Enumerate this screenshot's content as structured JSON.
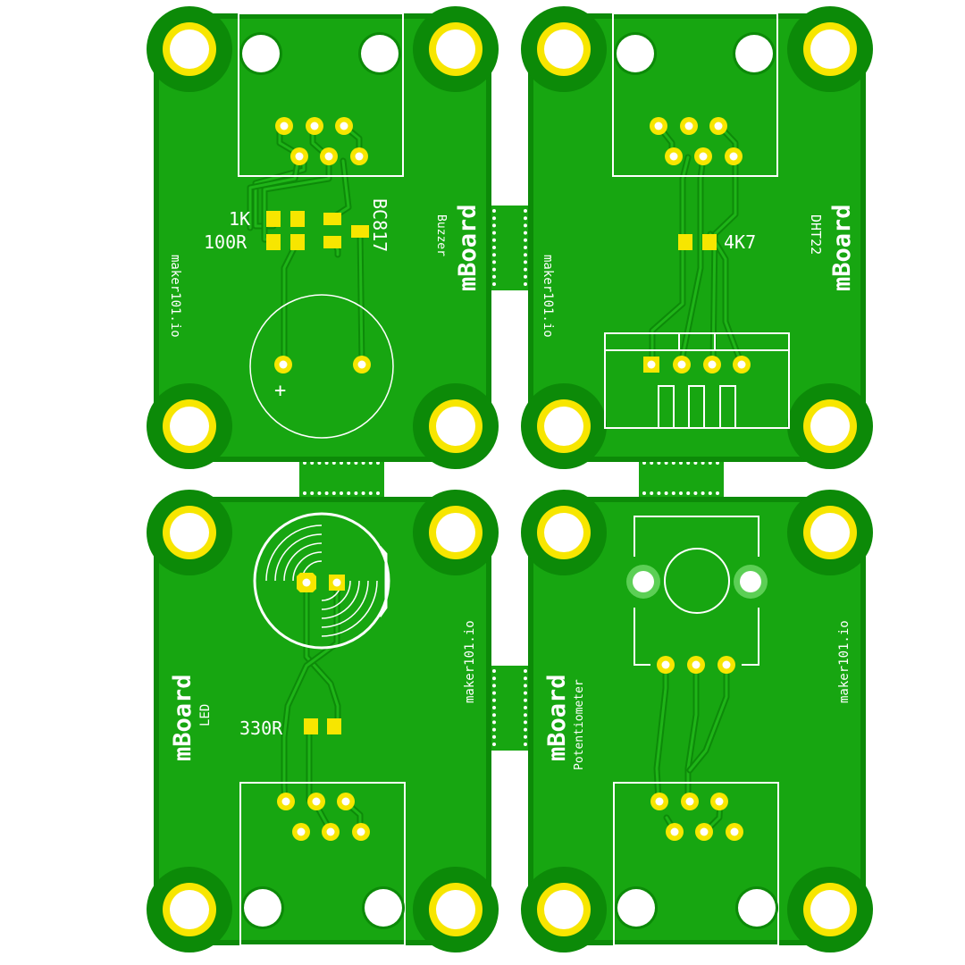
{
  "colors": {
    "board": "#17a611",
    "board_edge": "#0c8a08",
    "copper": "#f5d31a",
    "pad": "#f7e600",
    "silk": "#ffffff"
  },
  "brand": "maker101.io",
  "boards": [
    {
      "id": "buzzer",
      "title": "mBoard",
      "subtitle": "Buzzer",
      "labels": {
        "r1": "1K",
        "r2": "100R",
        "transistor": "BC817",
        "polarity": "+"
      }
    },
    {
      "id": "dht22",
      "title": "mBoard",
      "subtitle": "DHT22",
      "labels": {
        "r1": "4K7"
      }
    },
    {
      "id": "led",
      "title": "mBoard",
      "subtitle": "LED",
      "labels": {
        "r1": "330R"
      }
    },
    {
      "id": "potentiometer",
      "title": "mBoard",
      "subtitle": "Potentiometer"
    }
  ]
}
